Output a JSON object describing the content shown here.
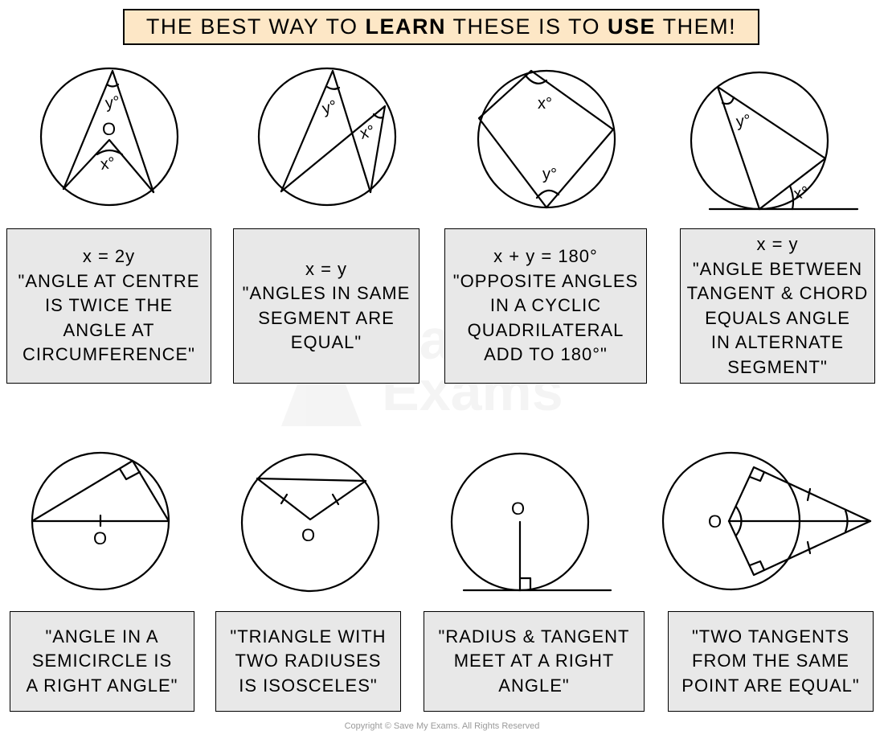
{
  "banner": {
    "part1": "THE BEST WAY TO ",
    "bold1": "LEARN",
    "part2": " THESE IS TO ",
    "bold2": "USE",
    "part3": " THEM!"
  },
  "watermark": {
    "line1": "Save My",
    "line2": "Exams"
  },
  "labels": {
    "centre": "O",
    "angle_x": "x°",
    "angle_y": "y°"
  },
  "theorems": [
    {
      "formula": "x = 2y",
      "lines": [
        "\"ANGLE AT CENTRE",
        "IS TWICE THE",
        "ANGLE AT",
        "CIRCUMFERENCE\""
      ]
    },
    {
      "formula": "x = y",
      "lines": [
        "\"ANGLES IN SAME",
        "SEGMENT ARE",
        "EQUAL\""
      ]
    },
    {
      "formula": "x + y = 180°",
      "lines": [
        "\"OPPOSITE ANGLES",
        "IN A CYCLIC",
        "QUADRILATERAL",
        "ADD TO 180°\""
      ]
    },
    {
      "formula": "x = y",
      "lines": [
        "\"ANGLE BETWEEN",
        "TANGENT & CHORD",
        "EQUALS ANGLE",
        "IN ALTERNATE",
        "SEGMENT\""
      ]
    },
    {
      "formula": "",
      "lines": [
        "\"ANGLE IN A",
        "SEMICIRCLE IS",
        "A RIGHT ANGLE\""
      ]
    },
    {
      "formula": "",
      "lines": [
        "\"TRIANGLE WITH",
        "TWO RADIUSES",
        "IS ISOSCELES\""
      ]
    },
    {
      "formula": "",
      "lines": [
        "\"RADIUS & TANGENT",
        "MEET AT A RIGHT",
        "ANGLE\""
      ]
    },
    {
      "formula": "",
      "lines": [
        "\"TWO TANGENTS",
        "FROM THE SAME",
        "POINT ARE EQUAL\""
      ]
    }
  ],
  "copyright": "Copyright © Save My Exams. All Rights Reserved"
}
